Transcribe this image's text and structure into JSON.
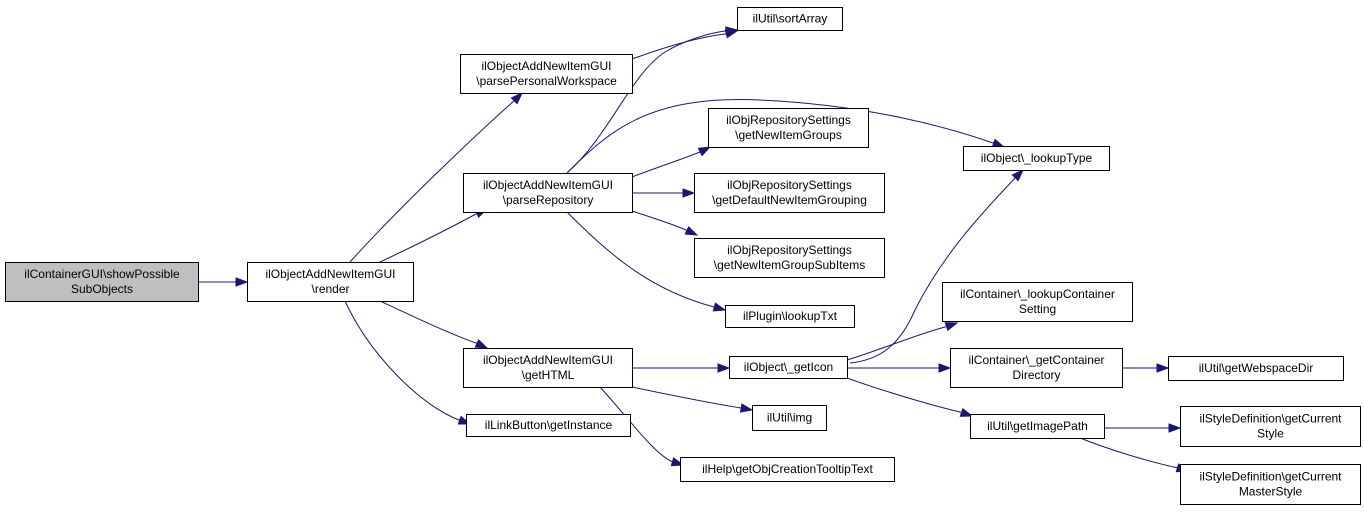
{
  "diagram": {
    "type": "call-graph",
    "colors": {
      "edge": "#191970",
      "root_fill": "#bfbfbf",
      "node_fill": "#ffffff",
      "border": "#000000"
    },
    "nodes": {
      "n0": {
        "lines": [
          "ilContainerGUI\\showPossible",
          "SubObjects"
        ],
        "root": true
      },
      "n1": {
        "lines": [
          "ilObjectAddNewItemGUI",
          "\\render"
        ]
      },
      "n2": {
        "lines": [
          "ilObjectAddNewItemGUI",
          "\\parsePersonalWorkspace"
        ]
      },
      "n3": {
        "lines": [
          "ilObjectAddNewItemGUI",
          "\\parseRepository"
        ]
      },
      "n4": {
        "lines": [
          "ilObjectAddNewItemGUI",
          "\\getHTML"
        ]
      },
      "n5": {
        "lines": [
          "ilLinkButton\\getInstance"
        ]
      },
      "n6": {
        "lines": [
          "ilUtil\\sortArray"
        ]
      },
      "n7": {
        "lines": [
          "ilObjRepositorySettings",
          "\\getNewItemGroups"
        ]
      },
      "n8": {
        "lines": [
          "ilObjRepositorySettings",
          "\\getDefaultNewItemGrouping"
        ]
      },
      "n9": {
        "lines": [
          "ilObjRepositorySettings",
          "\\getNewItemGroupSubItems"
        ]
      },
      "n10": {
        "lines": [
          "ilPlugin\\lookupTxt"
        ]
      },
      "n11": {
        "lines": [
          "ilObject\\_lookupType"
        ]
      },
      "n12": {
        "lines": [
          "ilObject\\_getIcon"
        ]
      },
      "n13": {
        "lines": [
          "ilUtil\\img"
        ]
      },
      "n14": {
        "lines": [
          "ilHelp\\getObjCreationTooltipText"
        ]
      },
      "n15": {
        "lines": [
          "ilContainer\\_lookupContainer",
          "Setting"
        ]
      },
      "n16": {
        "lines": [
          "ilContainer\\_getContainer",
          "Directory"
        ]
      },
      "n17": {
        "lines": [
          "ilUtil\\getImagePath"
        ]
      },
      "n18": {
        "lines": [
          "ilUtil\\getWebspaceDir"
        ]
      },
      "n19": {
        "lines": [
          "ilStyleDefinition\\getCurrent",
          "Style"
        ]
      },
      "n20": {
        "lines": [
          "ilStyleDefinition\\getCurrent",
          "MasterStyle"
        ]
      }
    },
    "edges": [
      [
        "n0",
        "n1"
      ],
      [
        "n1",
        "n2"
      ],
      [
        "n1",
        "n3"
      ],
      [
        "n1",
        "n4"
      ],
      [
        "n1",
        "n5"
      ],
      [
        "n2",
        "n6"
      ],
      [
        "n3",
        "n6"
      ],
      [
        "n3",
        "n11"
      ],
      [
        "n3",
        "n7"
      ],
      [
        "n3",
        "n8"
      ],
      [
        "n3",
        "n9"
      ],
      [
        "n3",
        "n10"
      ],
      [
        "n4",
        "n12"
      ],
      [
        "n4",
        "n13"
      ],
      [
        "n4",
        "n14"
      ],
      [
        "n12",
        "n11"
      ],
      [
        "n12",
        "n15"
      ],
      [
        "n12",
        "n16"
      ],
      [
        "n12",
        "n17"
      ],
      [
        "n16",
        "n18"
      ],
      [
        "n17",
        "n19"
      ],
      [
        "n17",
        "n20"
      ]
    ]
  }
}
